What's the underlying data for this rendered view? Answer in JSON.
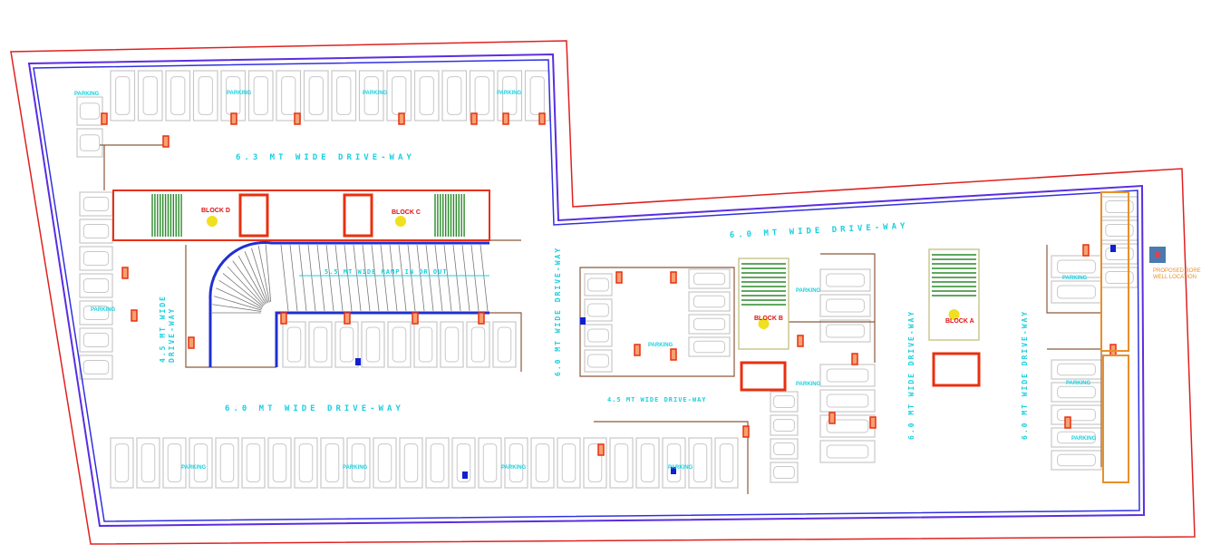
{
  "drawing": {
    "driveways": {
      "top": "6.3 MT WIDE DRIVE-WAY",
      "bottom": "6.0 MT WIDE DRIVE-WAY",
      "left_vertical_1": "4.5 MT WIDE",
      "left_vertical_2": "DRIVE-WAY",
      "middle_vertical": "6.0 MT WIDE DRIVE-WAY",
      "right_top": "6.0 MT WIDE DRIVE-WAY",
      "center_bottom": "4.5 MT WIDE DRIVE-WAY",
      "right_vertical_1": "6.0 MT WIDE DRIVE-WAY",
      "right_vertical_2": "6.0 MT WIDE DRIVE-WAY"
    },
    "ramp": "5.5 MT WIDE RAMP IN OR OUT",
    "blocks": [
      "BLOCK A",
      "BLOCK B",
      "BLOCK C",
      "BLOCK D"
    ],
    "parking_label": "PARKING",
    "bore_well": [
      "PROPOSED BORE",
      "WELL LOCATION"
    ],
    "colors": {
      "boundary": "#e02020",
      "inner_boundary": "#5a2de0",
      "walls": "#8b5a3c",
      "labels": "#19d0e0",
      "cars": "#c8c8c8",
      "columns": "#e83010",
      "stairs": "#2a8a2a",
      "bore_well": "#4a7ab0"
    }
  }
}
